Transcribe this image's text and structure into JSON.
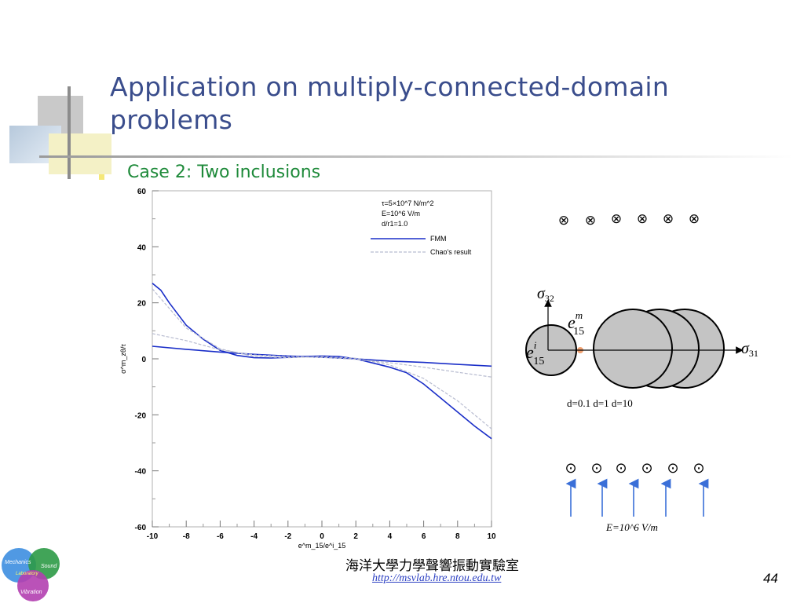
{
  "slide": {
    "title": "Application on multiply-connected-domain problems",
    "subtitle": "Case 2:  Two inclusions",
    "footer_cn": "海洋大學力學聲響振動實驗室",
    "footer_url": "http://msvlab.hre.ntou.edu.tw",
    "page_number": "44"
  },
  "chart_data": {
    "type": "line",
    "xlabel": "e^m_15/e^i_15",
    "ylabel": "σ^m_zθ/τ",
    "xlim": [
      -10,
      10
    ],
    "ylim": [
      -60,
      60
    ],
    "xticks": [
      "-10",
      "-8",
      "-6",
      "-4",
      "-2",
      "0",
      "2",
      "4",
      "6",
      "8",
      "10"
    ],
    "yticks": [
      "60",
      "40",
      "20",
      "0",
      "-20",
      "-40",
      "-60"
    ],
    "legend_position": "top-right",
    "annotations": [
      "τ=5×10^7 N/m^2",
      "E=10^6 V/m",
      "d/r1=1.0"
    ],
    "series": [
      {
        "name": "FMM",
        "style": "solid-blue",
        "x": [
          -10,
          -9.5,
          -9,
          -8,
          -7,
          -6,
          -5,
          -4,
          -3,
          -2,
          -1,
          0,
          1,
          2,
          3,
          4,
          5,
          6,
          7,
          8,
          9,
          10
        ],
        "y": [
          27,
          24.5,
          20,
          12,
          7,
          3,
          1.2,
          0.4,
          0.3,
          0.5,
          0.8,
          1,
          0.8,
          0,
          -1.5,
          -3,
          -5,
          -9,
          -14,
          -19,
          -24,
          -28.5
        ]
      },
      {
        "name": "FMM",
        "style": "solid-blue",
        "x": [
          -10,
          -8,
          -6,
          -4,
          -2,
          0,
          2,
          4,
          6,
          8,
          10
        ],
        "y": [
          4.5,
          3.4,
          2.4,
          1.6,
          1,
          0.6,
          0,
          -0.8,
          -1.3,
          -2,
          -2.6
        ]
      },
      {
        "name": "Chao's result",
        "style": "dashed-light",
        "x": [
          -10,
          -8,
          -6,
          -4,
          -2,
          0,
          2,
          4,
          6,
          8,
          10
        ],
        "y": [
          25,
          11,
          3.6,
          0.8,
          0.4,
          0.8,
          0.2,
          -2.2,
          -7,
          -15,
          -25
        ]
      },
      {
        "name": "Chao's result",
        "style": "dashed-light",
        "x": [
          -10,
          -8,
          -6,
          -4,
          -2,
          0,
          2,
          4,
          6,
          8,
          10
        ],
        "y": [
          9,
          6.5,
          3.2,
          1.4,
          0.8,
          0.5,
          -0.2,
          -1.4,
          -3,
          -4.8,
          -6.5
        ]
      }
    ]
  },
  "diagram": {
    "axis_labels": {
      "sigma32": "σ32",
      "sigma31": "σ31",
      "e15m": "e15m",
      "e15i": "e15i"
    },
    "spacing_label": "d=0.1  d=1  d=10",
    "field_label": "E=10^6 V/m",
    "into_symbol": "⊗",
    "out_symbol": "⊙",
    "colors": {
      "inclusion_fill": "#c4c4c4",
      "arrow": "#3a6fd8",
      "dot": "#f0a070"
    }
  }
}
